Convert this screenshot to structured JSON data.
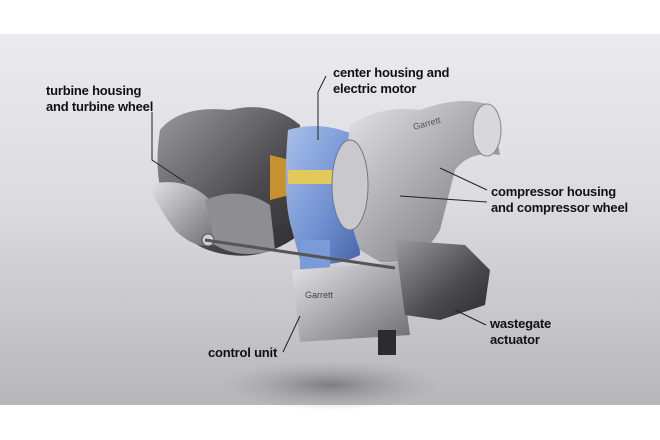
{
  "labels": {
    "turbine": [
      "turbine housing",
      "and turbine wheel"
    ],
    "center": [
      "center housing and",
      "electric motor"
    ],
    "compressor": [
      "compressor housing",
      "and compressor wheel"
    ],
    "control_unit": "control unit",
    "wastegate": [
      "wastegate",
      "actuator"
    ]
  },
  "branding": {
    "compressor_logo": "Garrett",
    "control_unit_logo": "Garrett"
  },
  "colors": {
    "center_housing": "#6f8fd0",
    "text": "#111111"
  }
}
